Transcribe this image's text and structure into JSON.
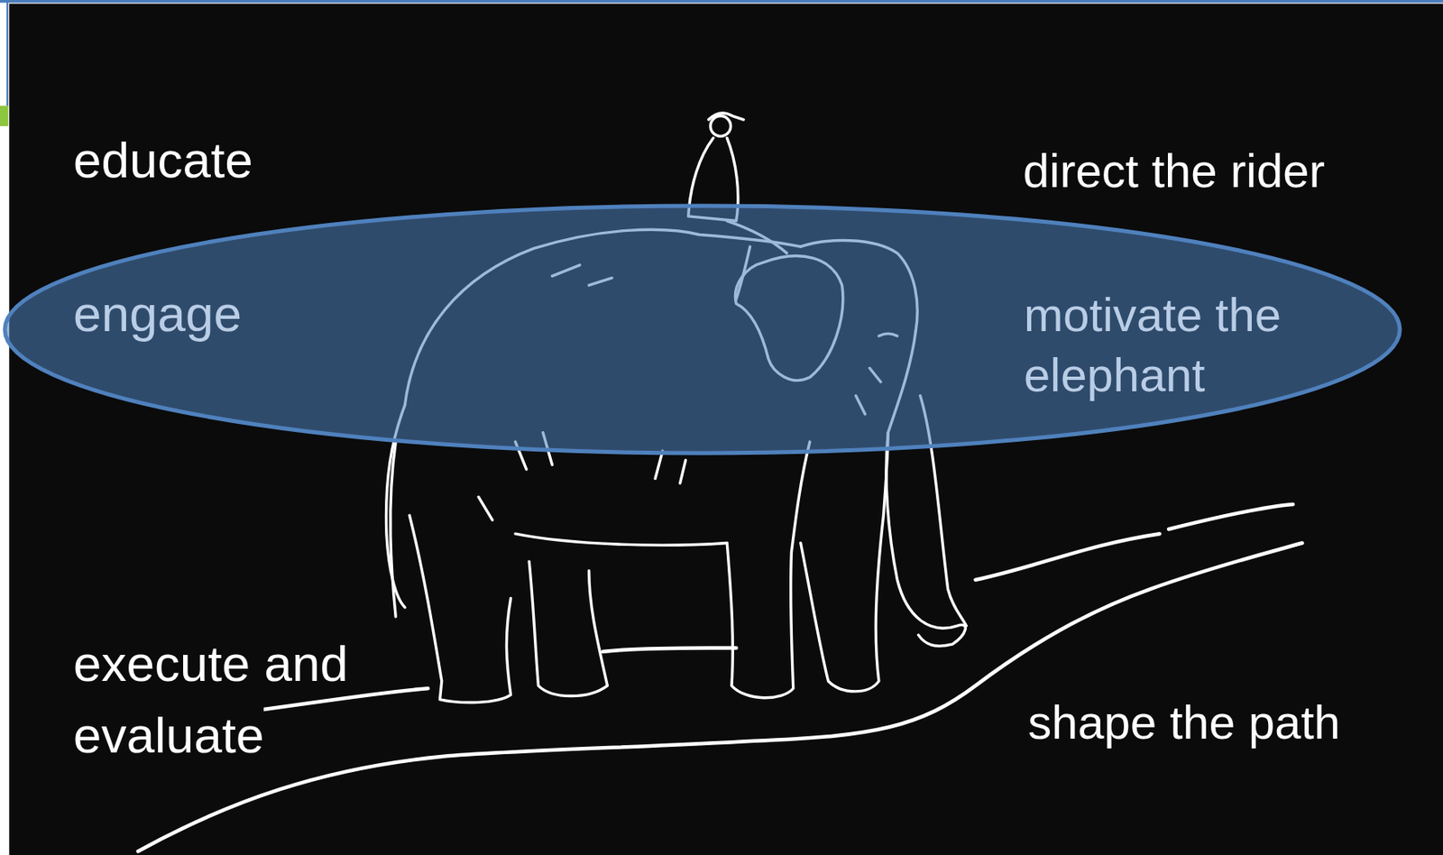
{
  "diagram": {
    "nodes": [
      {
        "text": [
          "engage",
          "motivate the elephant"
        ]
      }
    ],
    "labels": [
      "educate",
      "direct the rider",
      "execute and evaluate",
      "shape the path"
    ]
  }
}
